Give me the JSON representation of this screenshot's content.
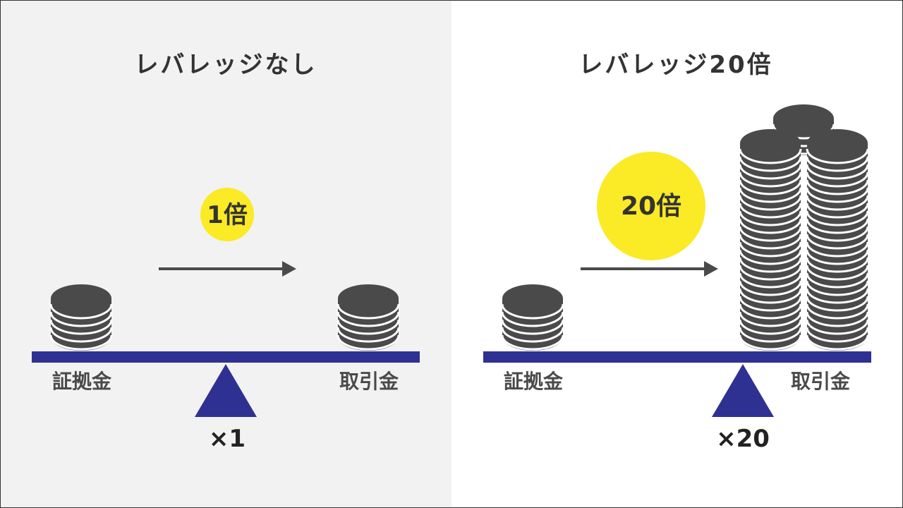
{
  "colors": {
    "left_bg": "#f2f2f2",
    "right_bg": "#ffffff",
    "beam": "#2e3192",
    "fulcrum": "#2e3192",
    "coin": "#4a4a4a",
    "coin_stripe": "#ffffff",
    "badge": "#fbea26",
    "arrow": "#4a4a4a",
    "text": "#333333",
    "frame": "#333333"
  },
  "left_panel": {
    "title": "レバレッジなし",
    "badge": "1倍",
    "margin_label": "証拠金",
    "trade_label": "取引金",
    "multiplier": "×1"
  },
  "right_panel": {
    "title": "レバレッジ20倍",
    "badge": "20倍",
    "margin_label": "証拠金",
    "trade_label": "取引金",
    "multiplier": "×20"
  },
  "icons": {
    "coin_stack": "coin-stack-icon",
    "arrow": "arrow-right-icon",
    "fulcrum": "triangle-fulcrum-icon"
  }
}
